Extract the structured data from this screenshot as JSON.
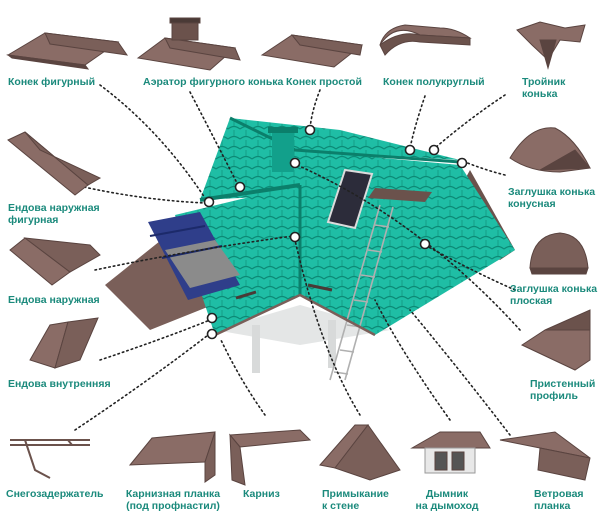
{
  "labels": {
    "konek_figurny": "Конек фигурный",
    "aerator": "Аэратор фигурного конька",
    "konek_prostoy": "Конек простой",
    "konek_polukrugly": "Конек полукруглый",
    "troynik": "Тройник\nконька",
    "endova_nar_fig": "Ендова наружная\nфигурная",
    "zaglushka_konus": "Заглушка конька\nконусная",
    "endova_nar": "Ендова наружная",
    "zaglushka_plosk": "Заглушка конька\nплоская",
    "pristenny": "Пристенный\nпрофиль",
    "endova_vnutr": "Ендова внутренняя",
    "snegozaderzhatel": "Снегозадержатель",
    "karniznaya": "Карнизная планка\n(под профнастил)",
    "karniz": "Карниз",
    "primykanie": "Примыкание\nк стене",
    "dymnik": "Дымник\nна дымоход",
    "vetrovaya": "Ветровая\nпланка"
  },
  "colors": {
    "roof": "#19b59d",
    "roof_dark": "#0f8a77",
    "metal": "#7a5f59",
    "metal_dark": "#5a4440",
    "label": "#1b8a7c",
    "leader": "#222222"
  }
}
